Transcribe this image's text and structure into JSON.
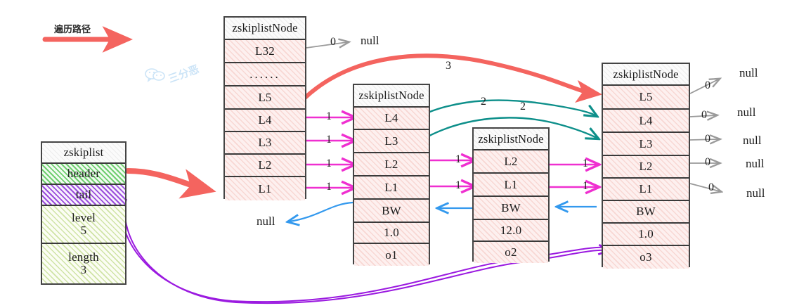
{
  "diagram": {
    "title_annotation": "遍历路径",
    "watermark": "三分恶"
  },
  "zskiplist": {
    "title": "zskiplist",
    "rows": [
      {
        "label": "header",
        "value": ""
      },
      {
        "label": "tail",
        "value": ""
      },
      {
        "label": "level",
        "value": "5"
      },
      {
        "label": "length",
        "value": "3"
      }
    ]
  },
  "nodes": [
    {
      "title": "zskiplistNode",
      "cells": [
        "L32",
        "......",
        "L5",
        "L4",
        "L3",
        "L2",
        "L1"
      ]
    },
    {
      "title": "zskiplistNode",
      "cells": [
        "L4",
        "L3",
        "L2",
        "L1",
        "BW",
        "1.0",
        "o1"
      ]
    },
    {
      "title": "zskiplistNode",
      "cells": [
        "L2",
        "L1",
        "BW",
        "12.0",
        "o2"
      ]
    },
    {
      "title": "zskiplistNode",
      "cells": [
        "L5",
        "L4",
        "L3",
        "L2",
        "L1",
        "BW",
        "1.0",
        "o3"
      ]
    }
  ],
  "null_labels": {
    "node1_l32": "null",
    "node2_bw": "null",
    "node4": [
      "null",
      "null",
      "null",
      "null",
      "null"
    ]
  },
  "span_labels": {
    "zero": "0",
    "one": "1",
    "two": "2",
    "three": "3"
  },
  "colors": {
    "red_arrow": "#f4645f",
    "magenta_arrow": "#ef2fd0",
    "teal_arrow": "#0d8f8a",
    "blue_arrow": "#3399ee",
    "purple_arrow": "#9b1ae0",
    "gray_arrow": "#9a9a9a",
    "header_fill": "#6fce6f",
    "tail_fill": "#9b4ddb",
    "node_fill": "#f8d7d3"
  }
}
